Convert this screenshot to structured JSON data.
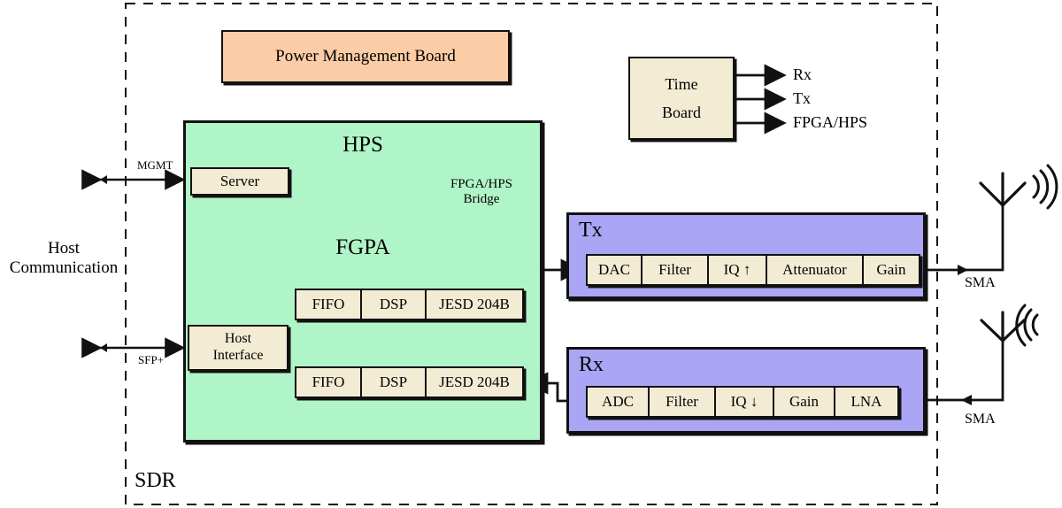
{
  "diagram": {
    "title": "SDR",
    "outer_boundary_label": "SDR",
    "host_communication_label": "Host\nCommunication",
    "host_communication_line1": "Host",
    "host_communication_line2": "Communication",
    "interfaces": [
      {
        "name": "MGMT",
        "label": "MGMT",
        "direction": "bidirectional"
      },
      {
        "name": "SFP+",
        "label": "SFP+",
        "direction": "bidirectional"
      }
    ]
  },
  "power_management_board": {
    "label": "Power Management Board",
    "color": "#fbcca6"
  },
  "time_board": {
    "line1": "Time",
    "line2": "Board",
    "color": "#f3ecd4",
    "outputs": [
      {
        "label": "Rx"
      },
      {
        "label": "Tx"
      },
      {
        "label": "FPGA/HPS"
      }
    ]
  },
  "soc": {
    "color": "#b0f5c7",
    "hps_title": "HPS",
    "fpga_title": "FGPA",
    "bridge_label_line1": "FPGA/HPS",
    "bridge_label_line2": "Bridge",
    "server_label": "Server",
    "host_interface_line1": "Host",
    "host_interface_line2": "Interface",
    "tx_datapath": [
      {
        "label": "FIFO"
      },
      {
        "label": "DSP"
      },
      {
        "label": "JESD 204B"
      }
    ],
    "rx_datapath": [
      {
        "label": "FIFO"
      },
      {
        "label": "DSP"
      },
      {
        "label": "JESD 204B"
      }
    ]
  },
  "tx_board": {
    "title": "Tx",
    "color": "#aaa6f5",
    "chain": [
      {
        "label": "DAC"
      },
      {
        "label": "Filter"
      },
      {
        "label": "IQ ↑"
      },
      {
        "label": "Attenuator"
      },
      {
        "label": "Gain"
      }
    ],
    "connector_label": "SMA"
  },
  "rx_board": {
    "title": "Rx",
    "color": "#aaa6f5",
    "chain": [
      {
        "label": "ADC"
      },
      {
        "label": "Filter"
      },
      {
        "label": "IQ ↓"
      },
      {
        "label": "Gain"
      },
      {
        "label": "LNA"
      }
    ],
    "connector_label": "SMA"
  },
  "antennas": {
    "tx": {
      "name": "tx-antenna",
      "radiating": "outgoing"
    },
    "rx": {
      "name": "rx-antenna",
      "radiating": "incoming"
    }
  },
  "colors": {
    "stroke": "#111111",
    "cream": "#f3ecd4",
    "peach": "#fbcca6",
    "green": "#b0f5c7",
    "purple": "#aaa6f5",
    "background": "#ffffff"
  }
}
